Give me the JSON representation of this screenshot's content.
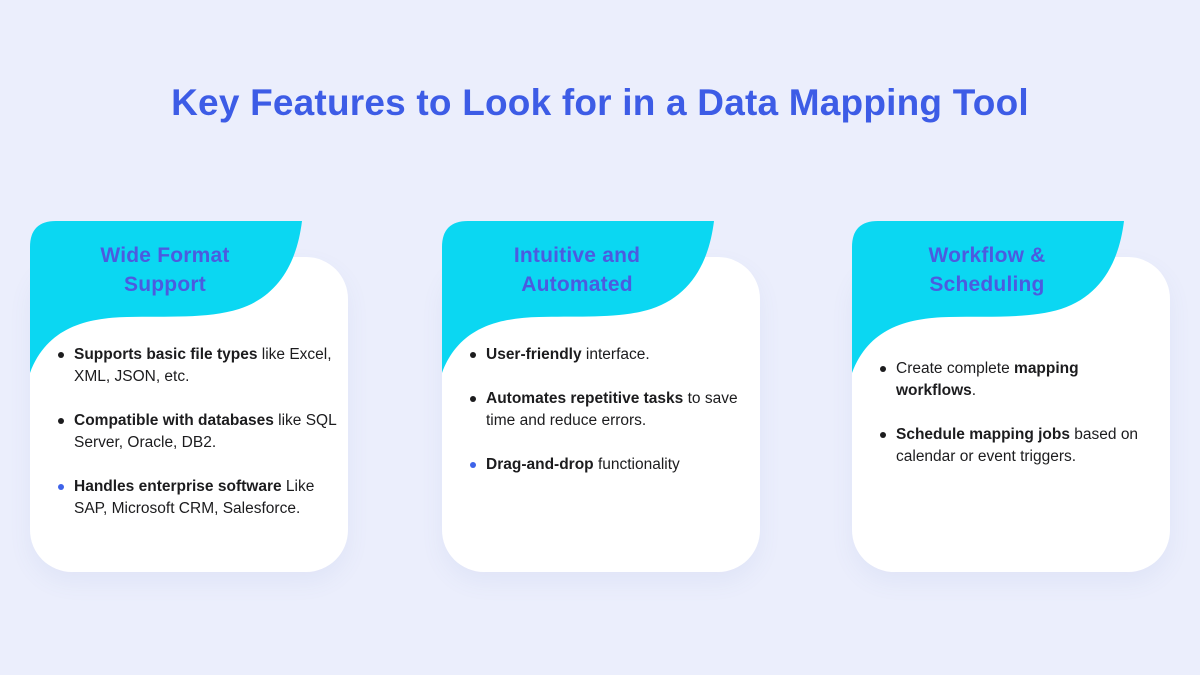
{
  "title": {
    "text": "Key Features to Look for in a Data Mapping Tool",
    "color": "#3D5CE6"
  },
  "colors": {
    "background": "#EBEEFC",
    "card_bg": "#FFFFFF",
    "wave": "#0BD7F2",
    "header_text": "#4C5BDF",
    "body_text": "#1C1C1E"
  },
  "cards": [
    {
      "title_line1": "Wide Format",
      "title_line2": "Support",
      "bullets": [
        {
          "pre": "",
          "bold": "Supports basic file types",
          "post": " like Excel, XML, JSON, etc.",
          "marker": "#1C1C1E"
        },
        {
          "pre": "",
          "bold": "Compatible with databases",
          "post": " like SQL Server, Oracle, DB2.",
          "marker": "#1C1C1E"
        },
        {
          "pre": "",
          "bold": "Handles enterprise software",
          "post": " Like SAP, Microsoft CRM, Salesforce.",
          "marker": "#3E63E9"
        }
      ]
    },
    {
      "title_line1": "Intuitive and",
      "title_line2": "Automated",
      "bullets": [
        {
          "pre": "",
          "bold": "User-friendly",
          "post": " interface.",
          "marker": "#1C1C1E"
        },
        {
          "pre": "",
          "bold": "Automates repetitive tasks",
          "post": " to save time and reduce errors.",
          "marker": "#1C1C1E"
        },
        {
          "pre": "",
          "bold": "Drag-and-drop",
          "post": " functionality",
          "marker": "#3E63E9"
        }
      ]
    },
    {
      "title_line1": "Workflow &",
      "title_line2": "Scheduling",
      "bullets": [
        {
          "pre": "Create complete ",
          "bold": "mapping workflows",
          "post": ".",
          "marker": "#1C1C1E"
        },
        {
          "pre": "",
          "bold": "Schedule mapping jobs",
          "post": " based on calendar or event triggers.",
          "marker": "#1C1C1E"
        }
      ]
    }
  ]
}
